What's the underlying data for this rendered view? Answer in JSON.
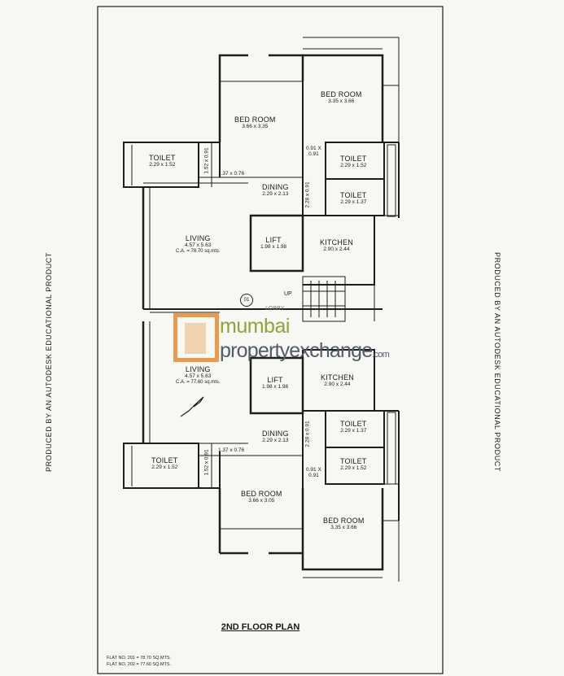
{
  "side_text": {
    "left": "PRODUCED BY AN AUTODESK EDUCATIONAL PRODUCT",
    "right": "PRODUCED BY AN AUTODESK EDUCATIONAL PRODUCT"
  },
  "watermark": {
    "line1": "mumbai",
    "line2": "propertyexchange",
    "suffix": ".com"
  },
  "plan": {
    "title": "2ND FLOOR PLAN",
    "notes": [
      "FLAT NO. 201 = 78.70 SQ.MTS.",
      "FLAT NO. 202 = 77.60 SQ.MTS."
    ],
    "upper_flat": {
      "bed1": {
        "name": "BED ROOM",
        "dim": "3.66 x 3.35"
      },
      "bed2": {
        "name": "BED ROOM",
        "dim": "3.35 x 3.66"
      },
      "toilet_left": {
        "name": "TOILET",
        "dim": "2.29 x 1.52"
      },
      "toilet_r1": {
        "name": "TOILET",
        "dim": "2.29 x 1.52"
      },
      "toilet_r2": {
        "name": "TOILET",
        "dim": "2.29 x 1.37"
      },
      "passage_dim": "1.52 x 0.91",
      "passage2_dim": "1.37 x 0.76",
      "pass3_top": "0.91 X",
      "pass3_bot": "0.91",
      "dining": {
        "name": "DINING",
        "dim": "2.29 x 2.13"
      },
      "pass4_dim": "2.28 x 0.91",
      "living": {
        "name": "LIVING",
        "dim": "4.57 x 5.63",
        "ca": "C.A. = 78.70 sq.mts."
      },
      "lift": {
        "name": "LIFT",
        "dim": "1.98 x 1.98"
      },
      "kitchen": {
        "name": "KITCHEN",
        "dim": "2.90 x 2.44"
      }
    },
    "core": {
      "up": "UP",
      "lobby": "LOBBY",
      "marker": "01"
    },
    "lower_flat": {
      "living": {
        "name": "LIVING",
        "dim": "4.57 x 5.63",
        "ca": "C.A. = 77.60 sq.mts."
      },
      "lift": {
        "name": "LIFT",
        "dim": "1.98 x 1.98"
      },
      "kitchen": {
        "name": "KITCHEN",
        "dim": "2.90 x 2.44"
      },
      "toilet_r1": {
        "name": "TOILET",
        "dim": "2.29 x 1.37"
      },
      "toilet_r2": {
        "name": "TOILET",
        "dim": "2.29 x 1.52"
      },
      "dining": {
        "name": "DINING",
        "dim": "2.29 x 2.13"
      },
      "pass4_dim": "2.28 x 0.91",
      "toilet_left": {
        "name": "TOILET",
        "dim": "2.29 x 1.52"
      },
      "passage_dim": "1.52 x 0.91",
      "passage2_dim": "1.37 x 0.76",
      "pass3_top": "0.91 X",
      "pass3_bot": "0.91",
      "bed1": {
        "name": "BED ROOM",
        "dim": "3.66 x 3.05"
      },
      "bed2": {
        "name": "BED ROOM",
        "dim": "3.35 x 3.66"
      }
    }
  },
  "colors": {
    "line": "#1e1e1e",
    "watermark_orange": "#e98a2e",
    "watermark_green": "#8fa43a",
    "watermark_gray": "#535d66"
  }
}
